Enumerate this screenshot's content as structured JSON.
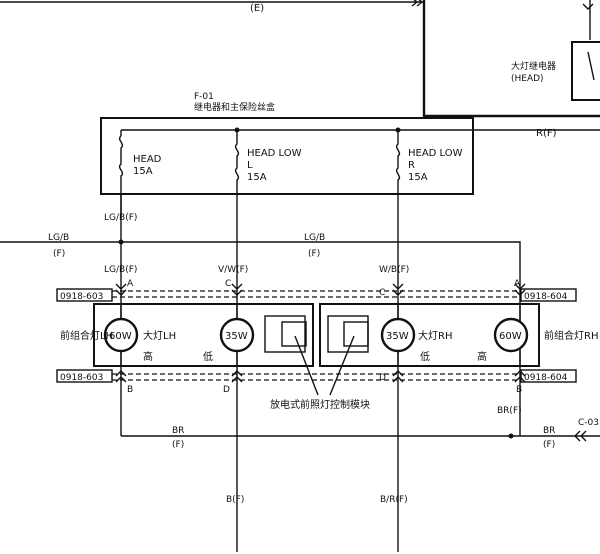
{
  "top_label": "(E)",
  "relay": {
    "name": "大灯继电器",
    "code": "(HEAD)"
  },
  "fuse_box": {
    "id": "F-01",
    "title": "继电器和主保险丝盒"
  },
  "fuses": [
    {
      "name": "HEAD",
      "sub": "",
      "amp": "15A"
    },
    {
      "name": "HEAD LOW",
      "sub": "L",
      "amp": "15A"
    },
    {
      "name": "HEAD LOW",
      "sub": "R",
      "amp": "15A"
    }
  ],
  "wires": {
    "rf": "R(F)",
    "lgbf_upper": "LG/B(F)",
    "lgb_left": "LG/B",
    "lgb_left_f": "(F)",
    "lgb_mid": "LG/B",
    "lgb_mid_f": "(F)",
    "lgbf_lower": "LG/B(F)",
    "vwf": "V/W(F)",
    "wbf": "W/B(F)",
    "brf_right": "BR(F)",
    "br_left": "BR",
    "br_left_f": "(F)",
    "br_right": "BR",
    "br_right_f": "(F)",
    "c03": "C-03",
    "bf": "B(F)",
    "brf_bottom": "B/R(F)"
  },
  "connectors": {
    "lh_top": "0918-603",
    "lh_bottom": "0918-603",
    "rh_top": "0918-604",
    "rh_bottom": "0918-604"
  },
  "pins": {
    "a": "A",
    "b": "B",
    "c": "C",
    "d": "D"
  },
  "lamps": {
    "lh_group": "前组合灯LH",
    "rh_group": "前组合灯RH",
    "lh_name": "大灯LH",
    "rh_name": "大灯RH",
    "high": "高",
    "low": "低",
    "w60": "60W",
    "w35": "35W"
  },
  "module_label": "放电式前照灯控制模块"
}
